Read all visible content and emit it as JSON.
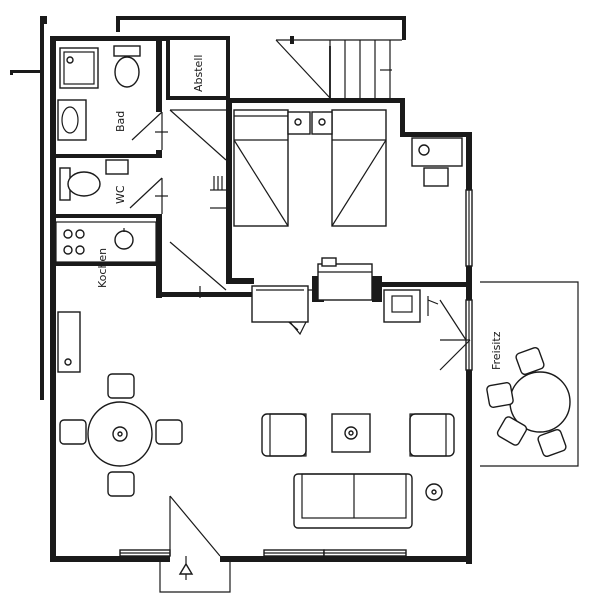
{
  "plan": {
    "rooms": [
      {
        "id": "bad",
        "label": "Bad"
      },
      {
        "id": "wc",
        "label": "WC"
      },
      {
        "id": "abstell",
        "label": "Abstell"
      },
      {
        "id": "kochen",
        "label": "Kochen"
      },
      {
        "id": "freisitz",
        "label": "Freisitz"
      }
    ],
    "colors": {
      "line": "#1a1a1a",
      "background": "#ffffff"
    }
  }
}
